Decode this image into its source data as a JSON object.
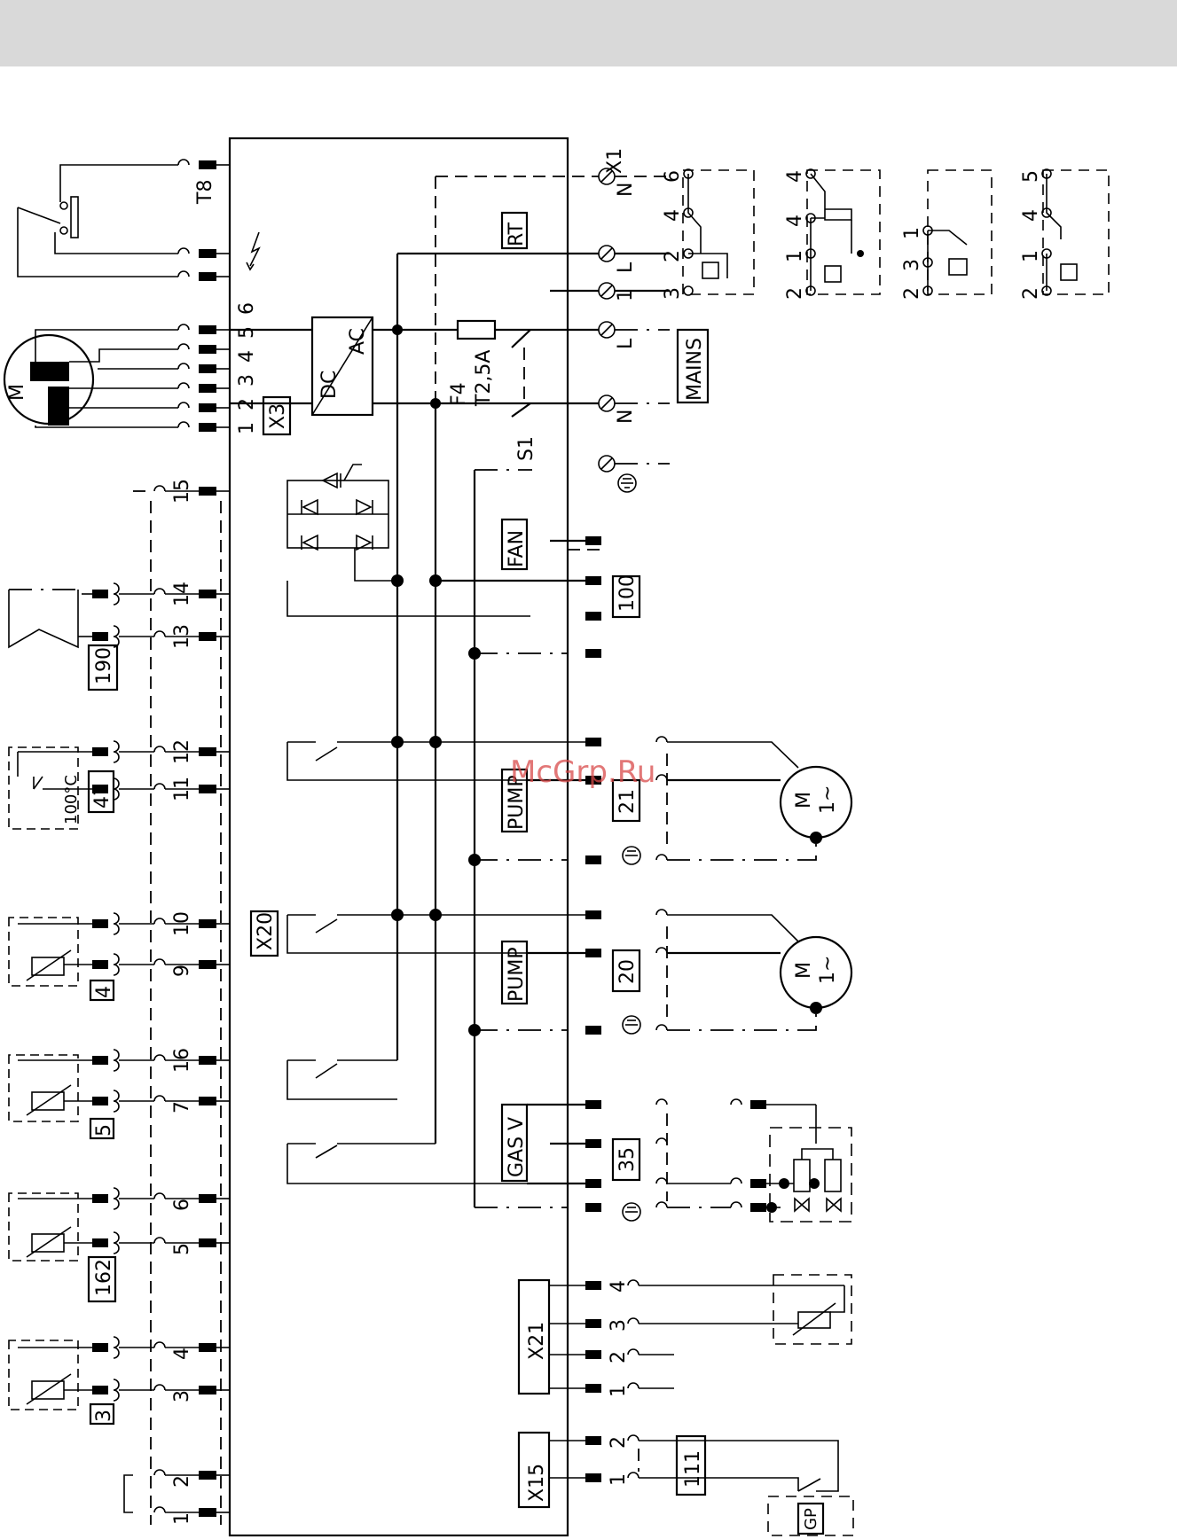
{
  "colors": {
    "header_band": "#d9d9d9",
    "ink": "#000000",
    "watermark": "#d84a4a"
  },
  "watermark": "McGrp.Ru",
  "connector_labels": {
    "x3": "X3",
    "x20": "X20",
    "x21": "X21",
    "x15": "X15",
    "x1": "X1",
    "t8": "T8",
    "x3_pins": "1 2 3 4 5 6"
  },
  "board_blocks": {
    "rt": "RT",
    "fan": "FAN",
    "pump_upper": "PUMP",
    "pump_lower": "PUMP",
    "gas_valve": "GAS V",
    "mains": "MAINS",
    "dc": "DC",
    "ac": "AC",
    "fuse_name": "F4",
    "fuse_rating": "T2,5A",
    "switch": "S1",
    "motor": "M",
    "motor_type": "1~"
  },
  "component_tags": [
    "190",
    "47",
    "4",
    "5",
    "162",
    "3",
    "100",
    "21",
    "20",
    "35",
    "111"
  ],
  "sensor_label": "100°C",
  "pressure_switch": "GP",
  "x1_terminals": [
    "L",
    "1",
    "L",
    "N",
    "N"
  ],
  "x20_pins": [
    "15",
    "14",
    "13",
    "12",
    "11",
    "10",
    "9",
    "16",
    "7",
    "6",
    "5",
    "4",
    "3",
    "2",
    "1"
  ],
  "x21_pins": [
    "4",
    "3",
    "2",
    "1"
  ],
  "x15_pins": [
    "2",
    "1"
  ],
  "room_thermostat_pins": {
    "option_a": [
      "6",
      "4",
      "2",
      "3"
    ],
    "option_b": [
      "4",
      "4",
      "1",
      "2"
    ],
    "option_c": [
      "1",
      "3",
      "2"
    ],
    "option_d": [
      "5",
      "4",
      "1",
      "2"
    ]
  }
}
